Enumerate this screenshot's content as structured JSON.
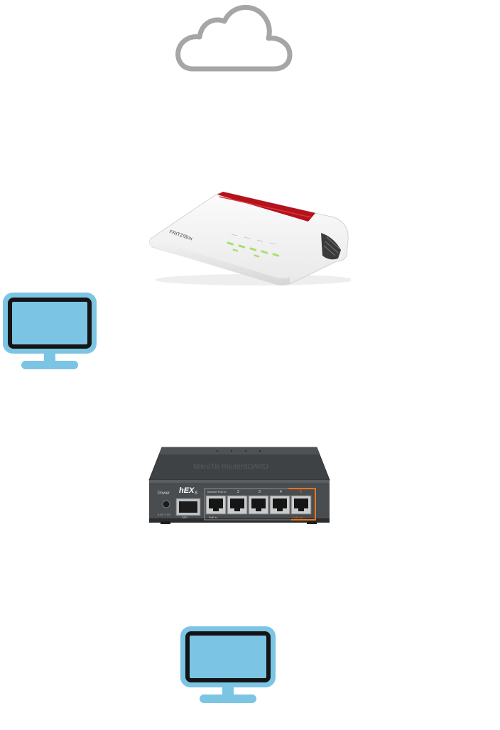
{
  "diagram": {
    "nodes": [
      {
        "id": "internet",
        "icon": "cloud-icon"
      },
      {
        "id": "fritzbox-router",
        "icon": "router-icon",
        "brand_label": "FRITZ!Box"
      },
      {
        "id": "pc-1",
        "icon": "monitor-icon"
      },
      {
        "id": "hex-router",
        "icon": "switch-icon",
        "brand_label": "hEX",
        "brand_sub": "S",
        "power_label": "Power",
        "port_labels": [
          "2",
          "3",
          "4",
          "5"
        ],
        "sfp_label": "SFP"
      },
      {
        "id": "pc-2",
        "icon": "monitor-icon"
      }
    ]
  },
  "colors": {
    "cloud_stroke": "#a6a6a6",
    "monitor_screen": "#7cc4e4",
    "monitor_bezel": "#141414",
    "router_accent": "#b5121b",
    "hex_body": "#4a4d4f",
    "hex_port_highlight": "#e8731e"
  }
}
